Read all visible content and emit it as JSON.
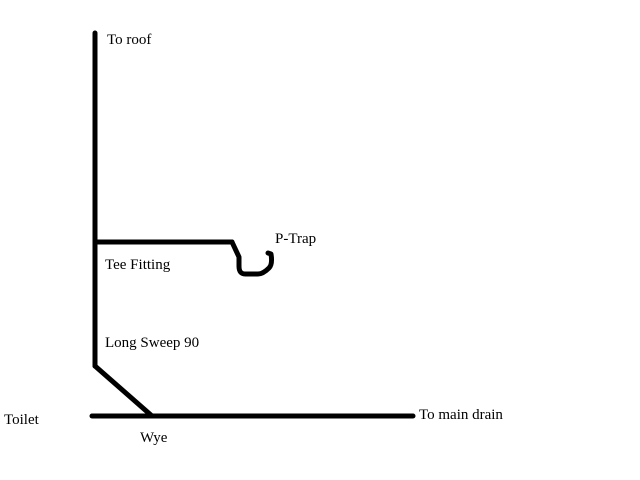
{
  "labels": {
    "to_roof": "To roof",
    "p_trap": "P-Trap",
    "tee_fitting": "Tee Fitting",
    "long_sweep": "Long Sweep 90",
    "toilet": "Toilet",
    "to_main_drain": "To main drain",
    "wye": "Wye"
  },
  "colors": {
    "pipe": "#000000",
    "background": "#ffffff"
  }
}
